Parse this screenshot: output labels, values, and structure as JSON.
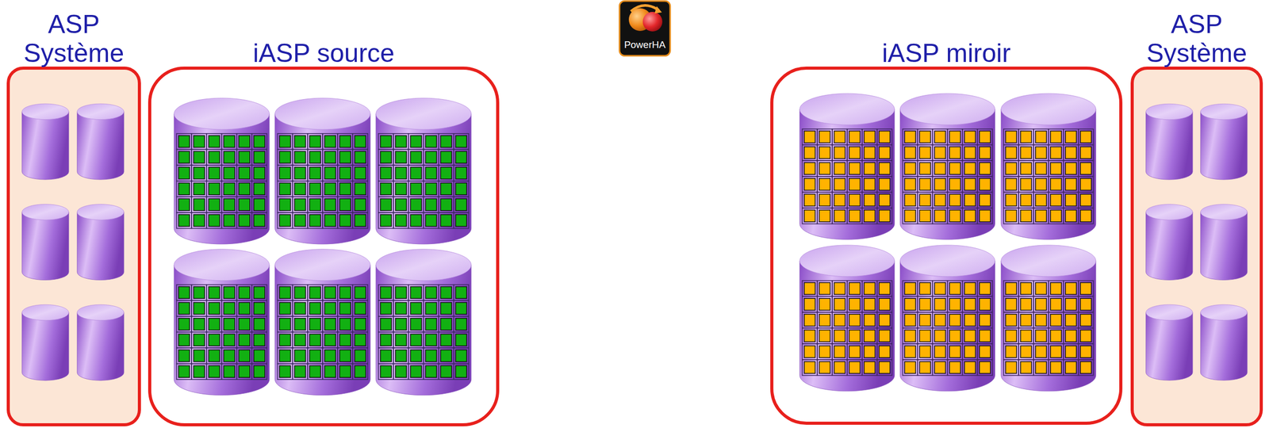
{
  "diagram": {
    "nodes": [
      {
        "text": [
          "ASP Système"
        ]
      },
      {
        "text": [
          "iASP source"
        ]
      },
      {
        "text": [
          "iASP miroir"
        ]
      },
      {
        "text": [
          "ASP Système"
        ]
      }
    ],
    "labels": [
      "PowerHA"
    ]
  }
}
